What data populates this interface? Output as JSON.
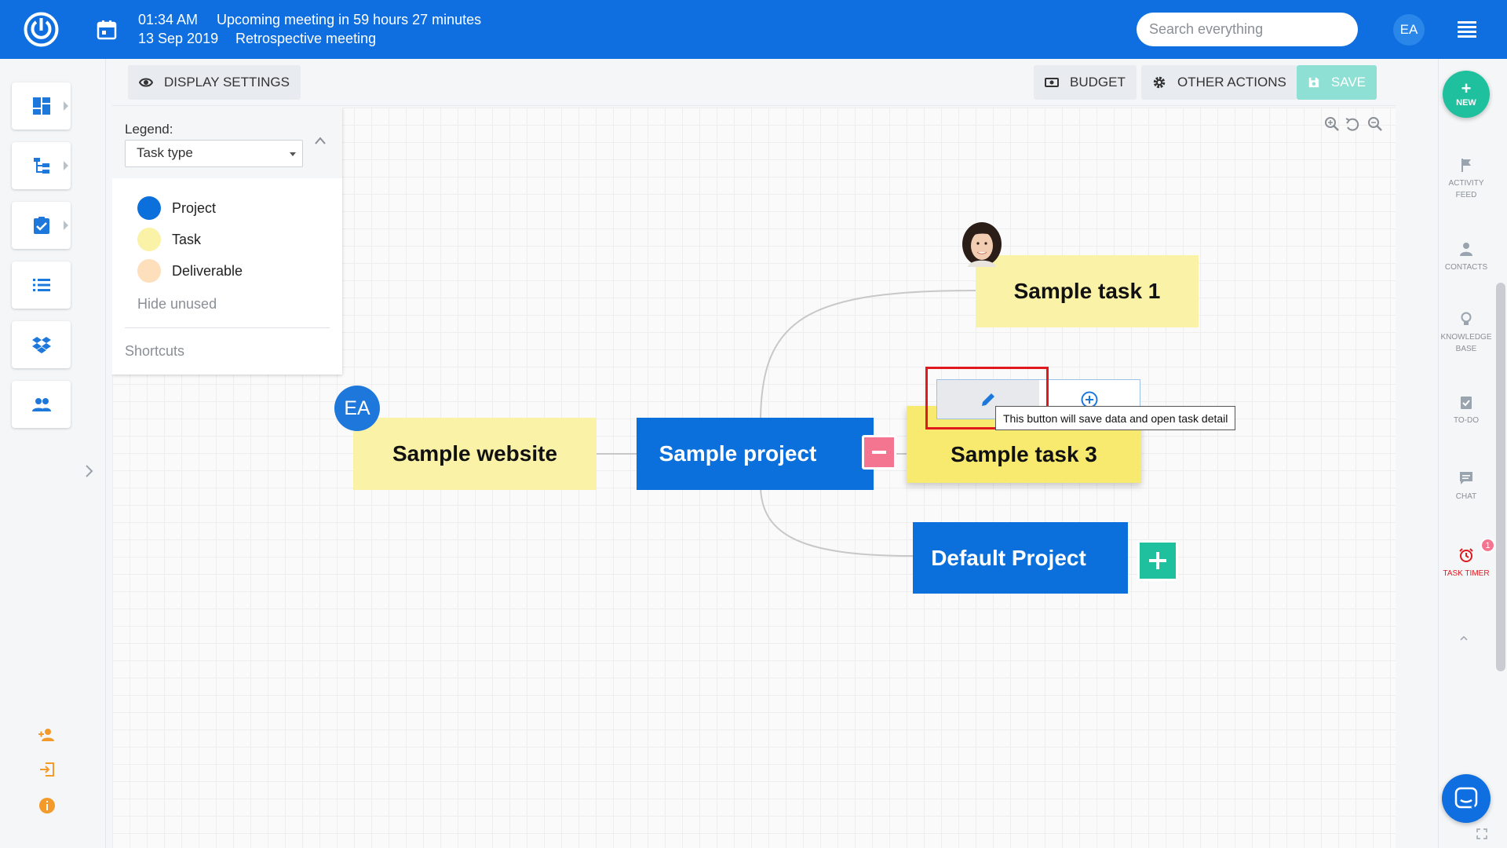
{
  "header": {
    "meeting_time": "01:34 AM",
    "meeting_date": "13 Sep 2019",
    "meeting_countdown": "Upcoming meeting in 59 hours 27 minutes",
    "meeting_name": "Retrospective meeting",
    "search_placeholder": "Search everything",
    "user_initials": "EA",
    "brand_color": "#0f6fe0"
  },
  "toolbar": {
    "display_settings": "DISPLAY SETTINGS",
    "budget": "BUDGET",
    "other_actions": "OTHER ACTIONS",
    "save": "SAVE"
  },
  "legend": {
    "label": "Legend:",
    "selected": "Task type",
    "items": [
      {
        "label": "Project",
        "color": "#0b70dc"
      },
      {
        "label": "Task",
        "color": "#faf2a6"
      },
      {
        "label": "Deliverable",
        "color": "#fde0bb"
      }
    ],
    "hide_unused": "Hide unused",
    "shortcuts": "Shortcuts"
  },
  "mindmap": {
    "nodes": {
      "sample_website": "Sample website",
      "sample_project": "Sample project",
      "sample_task_1": "Sample task 1",
      "sample_task_3": "Sample task 3",
      "default_project": "Default Project"
    },
    "website_avatar": "EA",
    "tooltip": "This button will save data and open task detail"
  },
  "rightbar": {
    "new_label": "NEW",
    "items": [
      {
        "label": "ACTIVITY FEED",
        "icon": "flag-icon"
      },
      {
        "label": "CONTACTS",
        "icon": "person-icon"
      },
      {
        "label": "KNOWLEDGE BASE",
        "icon": "lightbulb-icon"
      },
      {
        "label": "TO-DO",
        "icon": "clipboard-check-icon"
      },
      {
        "label": "CHAT",
        "icon": "chat-icon"
      },
      {
        "label": "TASK TIMER",
        "icon": "alarm-clock-icon"
      }
    ],
    "timer_badge": "1"
  }
}
